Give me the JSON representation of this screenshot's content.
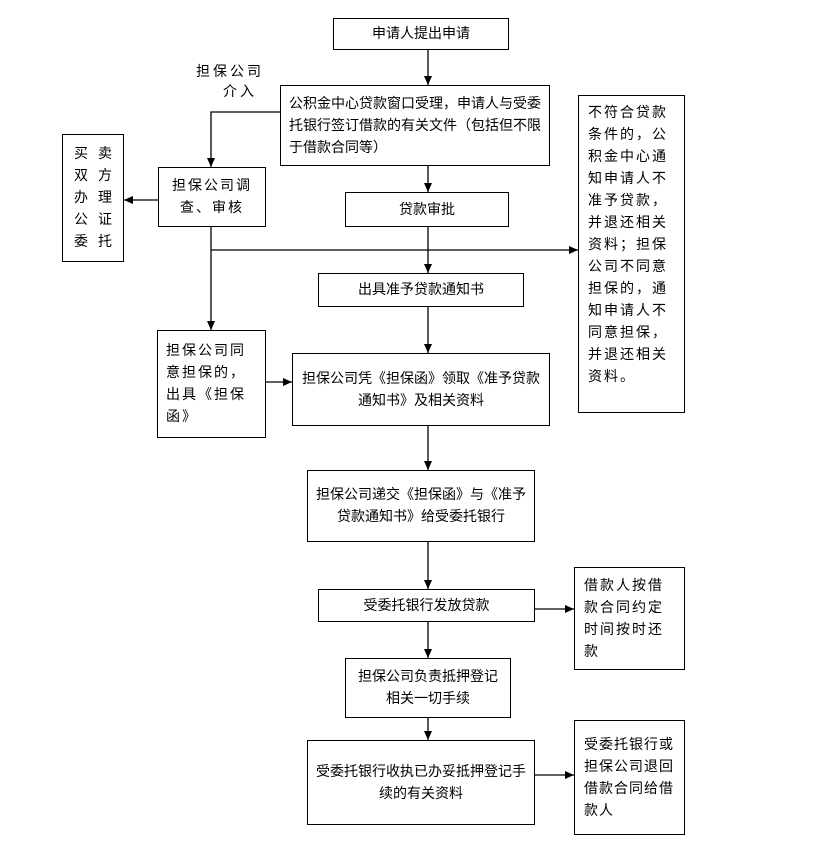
{
  "nodes": {
    "n1": "申请人提出申请",
    "n2": "公积金中心贷款窗口受理，申请人与受委托银行签订借款的有关文件（包括但不限于借款合同等）",
    "n3": "贷款审批",
    "n4": "出具准予贷款通知书",
    "n5": "担保公司凭《担保函》领取《准予贷款通知书》及相关资料",
    "n6": "担保公司递交《担保函》与《准予贷款通知书》给受委托银行",
    "n7": "受委托银行发放贷款",
    "n8": "担保公司负责抵押登记相关一切手续",
    "n9": "受委托银行收执已办妥抵押登记手续的有关资料",
    "g1": "担保公司调查、审核",
    "g2": "担保公司同意担保的，出具《担保函》",
    "buyer": [
      "买",
      "双",
      "办",
      "公",
      "委"
    ],
    "seller": [
      "卖",
      "方",
      "理",
      "证",
      "托"
    ],
    "r1": "不符合贷款条件的，公积金中心通知申请人不准予贷款，并退还相关资料；担保公司不同意担保的，通知申请人不同意担保，并退还相关资料。",
    "r2": "借款人按借款合同约定时间按时还款",
    "r3": "受委托银行或担保公司退回借款合同给借款人"
  },
  "labels": {
    "guarantee_intervene_line1": "担保公司",
    "guarantee_intervene_line2": "介入"
  }
}
